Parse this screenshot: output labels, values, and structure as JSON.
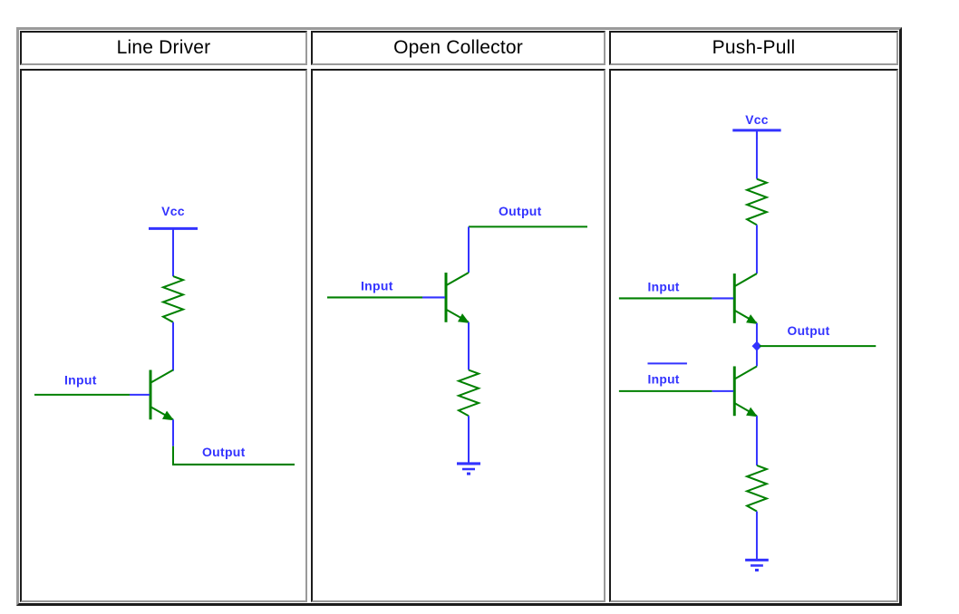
{
  "colors": {
    "net_wire": "#008000",
    "power_wire": "#3333ff",
    "label_text": "#3333ff",
    "header_text": "#000000",
    "table_border_light": "#9a9a9a",
    "table_border_dark": "#1c1c1c"
  },
  "table": {
    "columns": [
      {
        "id": "line-driver",
        "header": "Line Driver",
        "labels": {
          "vcc": "Vcc",
          "input": "Input",
          "output": "Output"
        },
        "symbols": [
          "vcc-rail",
          "pullup-resistor",
          "npn-transistor"
        ]
      },
      {
        "id": "open-collector",
        "header": "Open Collector",
        "labels": {
          "input": "Input",
          "output": "Output"
        },
        "symbols": [
          "npn-transistor",
          "emitter-resistor",
          "ground"
        ]
      },
      {
        "id": "push-pull",
        "header": "Push-Pull",
        "labels": {
          "vcc": "Vcc",
          "input": "Input",
          "input_inverted": "Input",
          "output": "Output"
        },
        "symbols": [
          "vcc-rail",
          "pullup-resistor",
          "npn-transistor",
          "npn-transistor",
          "output-junction",
          "pulldown-resistor",
          "ground"
        ]
      }
    ]
  }
}
